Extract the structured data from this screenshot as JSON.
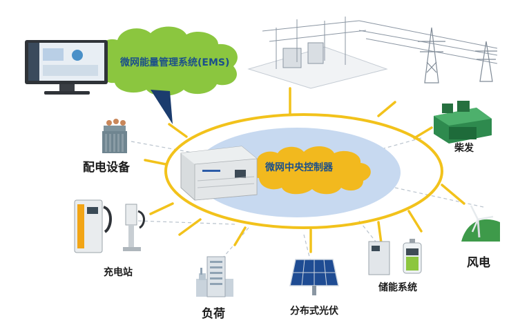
{
  "ems": {
    "label": "微网能量管理系统(EMS)"
  },
  "controller": {
    "label": "微网中央控制器"
  },
  "nodes": {
    "distribution": "配电设备",
    "charging": "充电站",
    "load": "负荷",
    "pv": "分布式光伏",
    "storage": "储能系统",
    "wind": "风电",
    "diesel": "柴发"
  },
  "colors": {
    "ring": "#F2C21B",
    "core_fill": "#C7D9F0",
    "controller_cloud": "#F2B91E",
    "ems_cloud": "#8BC63F",
    "ems_text": "#1B4F8A",
    "controller_text": "#1B4F8A",
    "dashed_line": "#B8C2CC"
  }
}
